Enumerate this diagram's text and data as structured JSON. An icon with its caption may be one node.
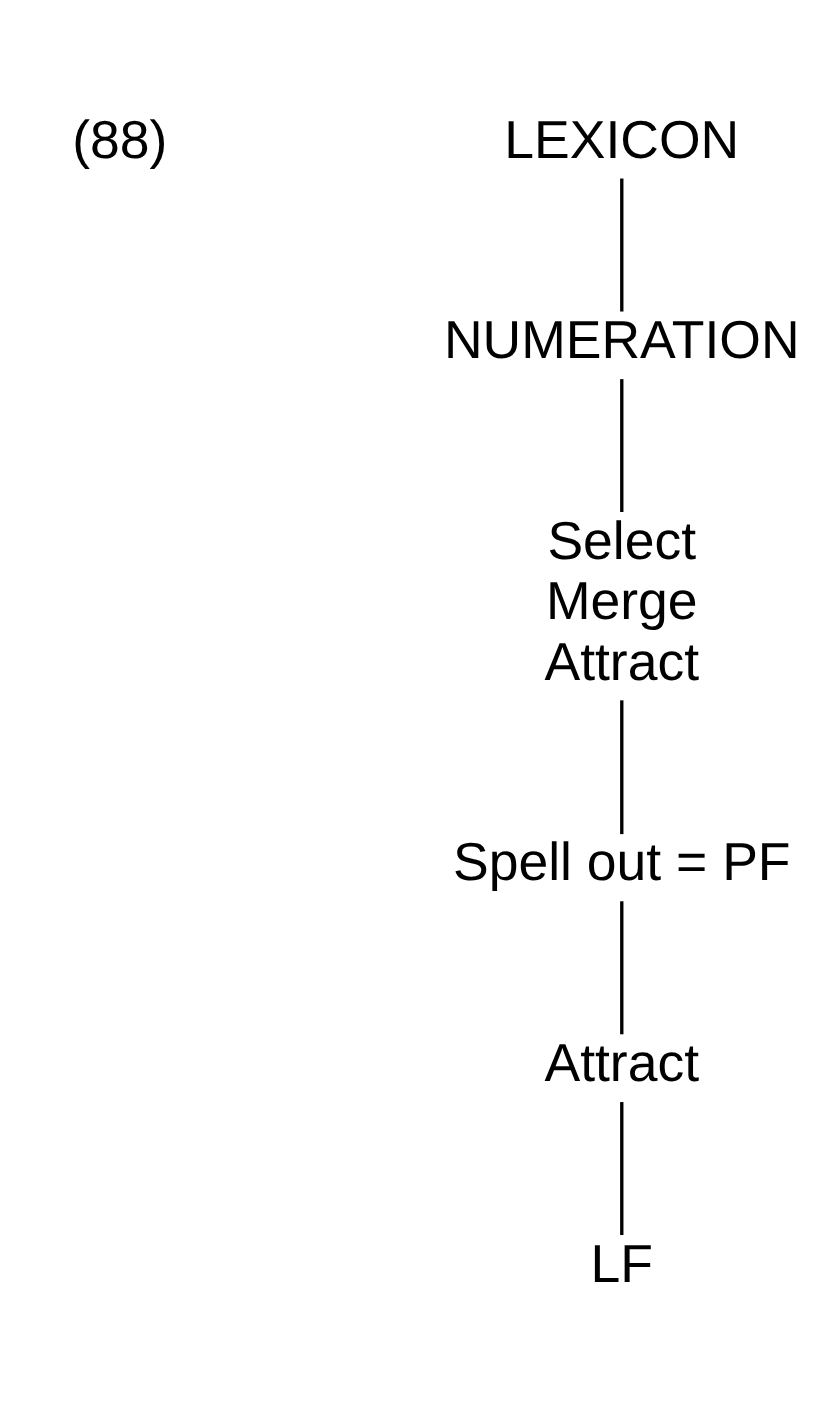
{
  "diagram": {
    "nodes": [
      {
        "text": [
          "LEXICON"
        ]
      },
      {
        "text": [
          "NUMERATION"
        ]
      },
      {
        "text": [
          "Select",
          "Merge",
          "Attract"
        ]
      },
      {
        "text": [
          "Spell out = PF"
        ]
      },
      {
        "text": [
          "Attract"
        ]
      },
      {
        "text": [
          "LF"
        ]
      }
    ],
    "edges": [
      {
        "from": 0,
        "to": 1,
        "arrow": "none"
      },
      {
        "from": 1,
        "to": 2,
        "arrow": "none"
      },
      {
        "from": 2,
        "to": 3,
        "arrow": "none"
      },
      {
        "from": 3,
        "to": 4,
        "arrow": "none"
      },
      {
        "from": 4,
        "to": 5,
        "arrow": "none"
      }
    ],
    "labels": [
      "(88)"
    ]
  }
}
